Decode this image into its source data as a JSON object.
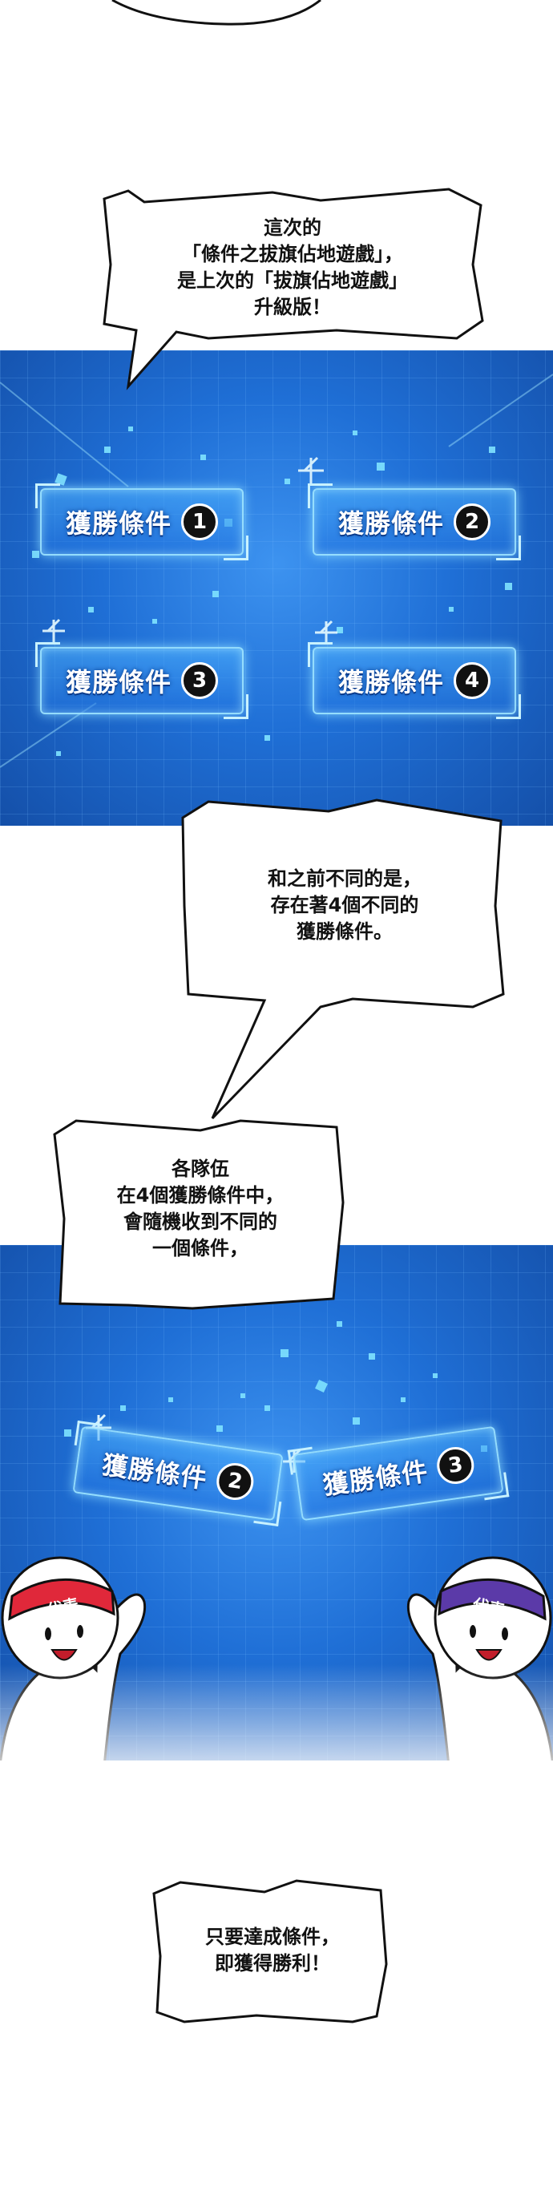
{
  "bubbles": {
    "b1": [
      "這次的",
      "「條件之拔旗佔地遊戲」，",
      "是上次的「拔旗佔地遊戲」",
      "升級版！"
    ],
    "b2": [
      "和之前不同的是，",
      "存在著4個不同的",
      "獲勝條件。"
    ],
    "b3": [
      "各隊伍",
      "在4個獲勝條件中，",
      "會隨機收到不同的",
      "一個條件，"
    ],
    "b4": [
      "只要達成條件，",
      "即獲得勝利！"
    ]
  },
  "cards": {
    "label": "獲勝條件",
    "panel1": [
      "1",
      "2",
      "3",
      "4"
    ],
    "panel2": [
      "2",
      "3"
    ]
  },
  "headbands": {
    "left": "代表",
    "right": "代表"
  },
  "colors": {
    "panel_blue": "#1f6fd6",
    "headband_red": "#e0283a",
    "headband_purple": "#5b3aa8"
  }
}
